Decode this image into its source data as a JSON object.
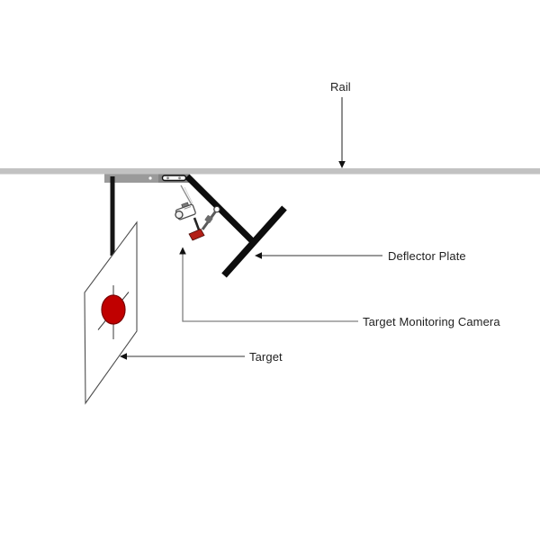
{
  "figure": {
    "type": "schematic-diagram",
    "labels": {
      "rail": "Rail",
      "deflector_plate": "Deflector Plate",
      "target_monitoring_camera": "Target Monitoring Camera",
      "target": "Target"
    },
    "colors": {
      "rail_gray": "#c2c2c2",
      "bracket_gray": "#9a9a9a",
      "bracket_dark_gray": "#848484",
      "structure_black": "#0d0d0d",
      "target_red": "#c00000",
      "target_red_outline": "#7a0000",
      "foot_red": "#b32017",
      "callout_gray": "#808080",
      "callout_dark": "#333333",
      "text": "#1f1f1f",
      "background": "#ffffff"
    }
  }
}
